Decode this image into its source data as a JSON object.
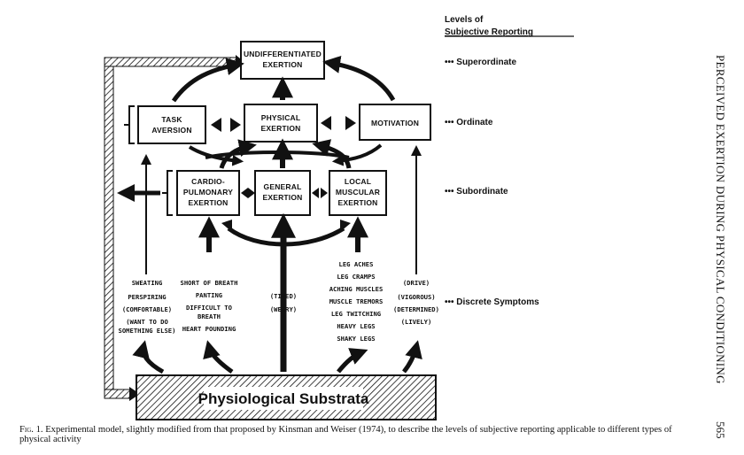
{
  "header": {
    "levels_title_line1": "Levels of",
    "levels_title_line2": "Subjective Reporting"
  },
  "levels": {
    "superordinate": "••• Superordinate",
    "ordinate": "••• Ordinate",
    "subordinate": "••• Subordinate",
    "discrete": "••• Discrete Symptoms"
  },
  "boxes": {
    "undifferentiated": [
      "UNDIFFERENTIATED",
      "EXERTION"
    ],
    "task_aversion": [
      "TASK",
      "AVERSION"
    ],
    "physical_exertion": [
      "PHYSICAL",
      "EXERTION"
    ],
    "motivation": [
      "MOTIVATION"
    ],
    "cardio": [
      "CARDIO-",
      "PULMONARY",
      "EXERTION"
    ],
    "general": [
      "GENERAL",
      "EXERTION"
    ],
    "local": [
      "LOCAL",
      "MUSCULAR",
      "EXERTION"
    ]
  },
  "symptoms": {
    "col1": [
      "SWEATING",
      "PERSPIRING",
      "(COMFORTABLE)",
      "(WANT TO DO",
      "SOMETHING ELSE)"
    ],
    "col2": [
      "SHORT OF BREATH",
      "PANTING",
      "DIFFICULT TO",
      "BREATH",
      "HEART POUNDING"
    ],
    "col3": [
      "(TIRED)",
      "(WEARY)"
    ],
    "col4": [
      "LEG ACHES",
      "LEG CRAMPS",
      "ACHING MUSCLES",
      "MUSCLE TREMORS",
      "LEG TWITCHING",
      "HEAVY LEGS",
      "SHAKY LEGS"
    ],
    "col5": [
      "(DRIVE)",
      "(VIGOROUS)",
      "(DETERMINED)",
      "(LIVELY)"
    ]
  },
  "substrata": "Physiological Substrata",
  "caption": {
    "fig_label": "Fig. 1.",
    "text": "Experimental model, slightly modified from that proposed by Kinsman and Weiser (1974), to describe the levels of subjective reporting applicable to different types of physical activity"
  },
  "running_head": "PERCEIVED EXERTION DURING PHYSICAL CONDITIONING",
  "page_number": "565"
}
